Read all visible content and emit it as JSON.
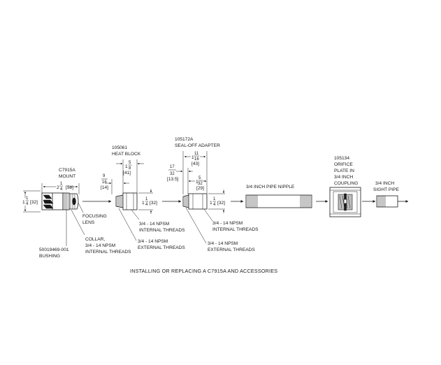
{
  "caption": "INSTALLING OR REPLACING A C7915A AND ACCESSORIES",
  "mount": {
    "title1": "C7915A",
    "title2": "MOUNT",
    "width_dim_whole": "2",
    "width_dim_num": "1",
    "width_dim_den": "4",
    "width_dim_metric": "[58]",
    "height_dim_whole": "1",
    "height_dim_num": "1",
    "height_dim_den": "4",
    "height_dim_metric": "[32]",
    "focusing_lens_1": "FOCUSING",
    "focusing_lens_2": "LENS",
    "collar_1": "COLLAR,",
    "collar_2": "3/4 - 14 NPSM",
    "collar_3": "INTERNAL THREADS",
    "bushing_1": "50019469-001",
    "bushing_2": "BUSHING"
  },
  "heat_block": {
    "part_no": "105061",
    "title": "HEAT BLOCK",
    "width_dim_whole": "1",
    "width_dim_num": "5",
    "width_dim_den": "8",
    "width_dim_metric": "[41]",
    "offset_dim_num": "9",
    "offset_dim_den": "16",
    "offset_dim_metric": "[14]",
    "height_dim_whole": "1",
    "height_dim_num": "1",
    "height_dim_den": "4",
    "height_dim_metric": "[32]",
    "internal_1": "3/4 - 14 NPSM",
    "internal_2": "INTERNAL THREADS",
    "external_1": "3/4 - 14 NPSM",
    "external_2": "EXTERNAL THREADS"
  },
  "adapter": {
    "part_no": "105172A",
    "title": "SEAL-OFF ADAPTER",
    "width_dim_whole": "1",
    "width_dim_num": "11",
    "width_dim_den": "16",
    "width_dim_metric": "[43]",
    "offset_dim_num": "17",
    "offset_dim_den": "32",
    "offset_dim_metric": "[13.5]",
    "inner_dim_whole": "1",
    "inner_dim_num": "5",
    "inner_dim_den": "32",
    "inner_dim_metric": "[29]",
    "height_dim_whole": "1",
    "height_dim_num": "1",
    "height_dim_den": "4",
    "height_dim_metric": "[32]",
    "internal_1": "3/4 - 14 NPSM",
    "internal_2": "INTERNAL THREADS",
    "external_1": "3/4 - 14 NPSM",
    "external_2": "EXTERNAL THREADS"
  },
  "nipple": {
    "title": "3/4 INCH PIPE NIPPLE"
  },
  "orifice": {
    "part_no": "105134",
    "line1": "ORIFICE",
    "line2": "PLATE IN",
    "line3": "3/4 INCH",
    "line4": "COUPLING"
  },
  "sight_pipe": {
    "line1": "3/4 INCH",
    "line2": "SIGHT PIPE"
  }
}
